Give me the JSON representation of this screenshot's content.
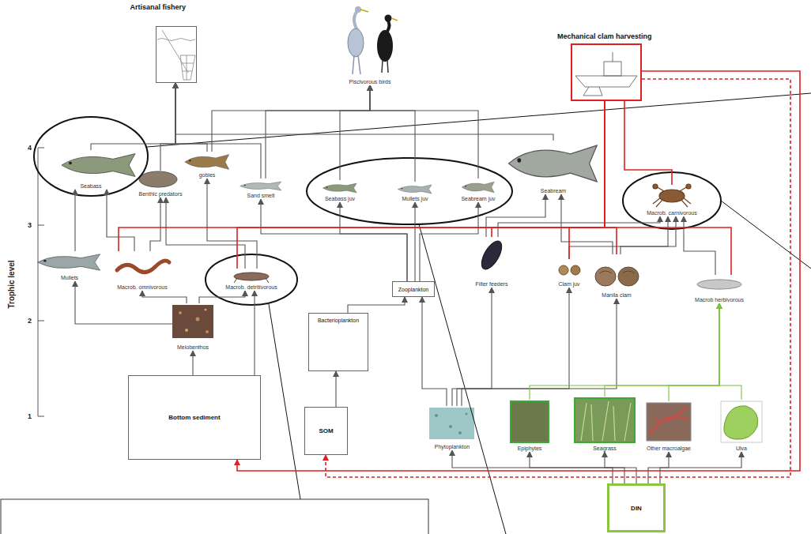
{
  "diagram": {
    "nodes": [
      {
        "text": [
          "Artisanal fishery"
        ]
      },
      {
        "text": [
          "Piscivorous birds"
        ]
      },
      {
        "text": [
          "Mechanical clam harvesting"
        ]
      },
      {
        "text": [
          "Seabass"
        ]
      },
      {
        "text": [
          "Benthic predators"
        ]
      },
      {
        "text": [
          "gobies"
        ]
      },
      {
        "text": [
          "Sand smelt"
        ]
      },
      {
        "text": [
          "Seabass juv"
        ]
      },
      {
        "text": [
          "Mullets juv"
        ]
      },
      {
        "text": [
          "Seabream juv"
        ]
      },
      {
        "text": [
          "Seabream"
        ]
      },
      {
        "text": [
          "Macrob. carnivorous"
        ]
      },
      {
        "text": [
          "Mullets"
        ]
      },
      {
        "text": [
          "Macrob. omnivorous"
        ]
      },
      {
        "text": [
          "Macrob. detritivorous"
        ]
      },
      {
        "text": [
          "Zooplankton"
        ]
      },
      {
        "text": [
          "Filter feeders"
        ]
      },
      {
        "text": [
          "Clam juv"
        ]
      },
      {
        "text": [
          "Manila clam"
        ]
      },
      {
        "text": [
          "Macrob herbivorous"
        ]
      },
      {
        "text": [
          "Meiobenthos"
        ]
      },
      {
        "text": [
          "Bacterioplankton"
        ]
      },
      {
        "text": [
          "Bottom sediment"
        ]
      },
      {
        "text": [
          "SOM"
        ]
      },
      {
        "text": [
          "Phytoplankton"
        ]
      },
      {
        "text": [
          "Epiphytes"
        ]
      },
      {
        "text": [
          "Seagrass"
        ]
      },
      {
        "text": [
          "Other macroalgae"
        ]
      },
      {
        "text": [
          "Ulva"
        ]
      },
      {
        "text": [
          "DIN"
        ]
      }
    ],
    "edges": [
      {
        "from": 3,
        "to": 0,
        "arrow": "to"
      },
      {
        "from": 4,
        "to": 0,
        "arrow": "to"
      },
      {
        "from": 5,
        "to": 0,
        "arrow": "to"
      },
      {
        "from": 6,
        "to": 0,
        "arrow": "to"
      },
      {
        "from": 10,
        "to": 0,
        "arrow": "to"
      },
      {
        "from": 6,
        "to": 1,
        "arrow": "to"
      },
      {
        "from": 7,
        "to": 1,
        "arrow": "to"
      },
      {
        "from": 8,
        "to": 1,
        "arrow": "to"
      },
      {
        "from": 9,
        "to": 1,
        "arrow": "to"
      },
      {
        "from": 5,
        "to": 1,
        "arrow": "to"
      },
      {
        "from": 12,
        "to": 3,
        "arrow": "to"
      },
      {
        "from": 13,
        "to": 3,
        "arrow": "to"
      },
      {
        "from": 13,
        "to": 4,
        "arrow": "to"
      },
      {
        "from": 14,
        "to": 4,
        "arrow": "to"
      },
      {
        "from": 14,
        "to": 5,
        "arrow": "to"
      },
      {
        "from": 20,
        "to": 12,
        "arrow": "to"
      },
      {
        "from": 20,
        "to": 13,
        "arrow": "to"
      },
      {
        "from": 20,
        "to": 14,
        "arrow": "to"
      },
      {
        "from": 22,
        "to": 20,
        "arrow": "to"
      },
      {
        "from": 22,
        "to": 14,
        "arrow": "to"
      },
      {
        "from": 23,
        "to": 21,
        "arrow": "to"
      },
      {
        "from": 21,
        "to": 15,
        "arrow": "to"
      },
      {
        "from": 24,
        "to": 15,
        "arrow": "to"
      },
      {
        "from": 24,
        "to": 16,
        "arrow": "to"
      },
      {
        "from": 24,
        "to": 17,
        "arrow": "to"
      },
      {
        "from": 24,
        "to": 18,
        "arrow": "to"
      },
      {
        "from": 15,
        "to": 7,
        "arrow": "to"
      },
      {
        "from": 15,
        "to": 8,
        "arrow": "to"
      },
      {
        "from": 15,
        "to": 9,
        "arrow": "to"
      },
      {
        "from": 15,
        "to": 6,
        "arrow": "to"
      },
      {
        "from": 16,
        "to": 10,
        "arrow": "to"
      },
      {
        "from": 16,
        "to": 11,
        "arrow": "to"
      },
      {
        "from": 17,
        "to": 11,
        "arrow": "to"
      },
      {
        "from": 18,
        "to": 11,
        "arrow": "to"
      },
      {
        "from": 18,
        "to": 10,
        "arrow": "to"
      },
      {
        "from": 19,
        "to": 11,
        "arrow": "to"
      },
      {
        "from": 25,
        "to": 19,
        "arrow": "to"
      },
      {
        "from": 26,
        "to": 19,
        "arrow": "to"
      },
      {
        "from": 27,
        "to": 19,
        "arrow": "to"
      },
      {
        "from": 28,
        "to": 19,
        "arrow": "to"
      },
      {
        "from": 29,
        "to": 24,
        "arrow": "to"
      },
      {
        "from": 29,
        "to": 25,
        "arrow": "to"
      },
      {
        "from": 29,
        "to": 26,
        "arrow": "to"
      },
      {
        "from": 29,
        "to": 27,
        "arrow": "to"
      },
      {
        "from": 29,
        "to": 28,
        "arrow": "to"
      },
      {
        "from": 2,
        "to": 11,
        "arrow": "none"
      },
      {
        "from": 2,
        "to": 16,
        "arrow": "none"
      },
      {
        "from": 2,
        "to": 17,
        "arrow": "none"
      },
      {
        "from": 2,
        "to": 18,
        "arrow": "none"
      },
      {
        "from": 2,
        "to": 19,
        "arrow": "none"
      },
      {
        "from": 2,
        "to": 14,
        "arrow": "none"
      },
      {
        "from": 2,
        "to": 13,
        "arrow": "none"
      },
      {
        "from": 2,
        "to": 22,
        "arrow": "to"
      },
      {
        "from": 2,
        "to": 23,
        "arrow": "to"
      }
    ],
    "labels": [
      "Trophic level",
      "4",
      "3",
      "2",
      "1"
    ]
  }
}
